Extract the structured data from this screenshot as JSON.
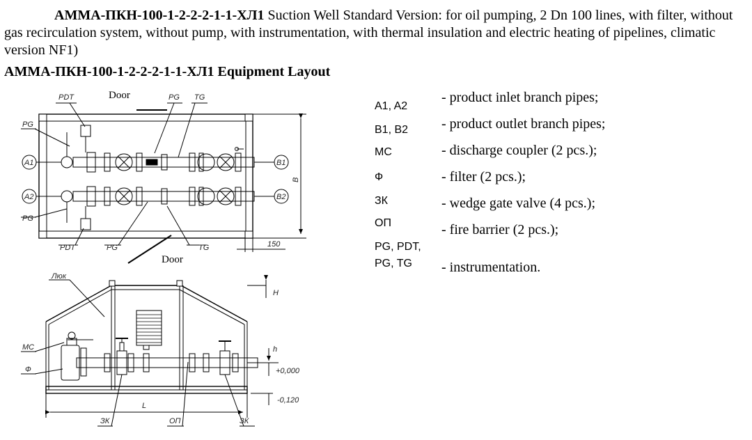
{
  "intro": {
    "model_bold": "АММА-ПКН-100-1-2-2-2-1-1-ХЛ1",
    "description": " Suction Well Standard Version: for oil pumping, 2 Dn 100 lines, with filter, without gas recirculation system, without pump, with instrumentation, with thermal insulation and electric heating of pipelines, climatic version NF1)"
  },
  "layout_title": "АММА-ПКН-100-1-2-2-2-1-1-ХЛ1 Equipment Layout",
  "plan_view": {
    "labels": {
      "pdt_top": "PDT",
      "door_top": "Door",
      "pg_top": "PG",
      "tg_top": "TG",
      "pg_left_top": "PG",
      "a1": "A1",
      "a2": "A2",
      "pg_left_bottom": "PG",
      "pdt_bottom": "PDT",
      "pg_bottom": "PG",
      "tg_bottom": "TG",
      "dim_150": "150",
      "door_bottom": "Door",
      "b1": "B1",
      "b2": "B2",
      "dim_b": "B"
    }
  },
  "side_view": {
    "labels": {
      "lyuk": "Люк",
      "mc": "МС",
      "phi": "Ф",
      "h_upper": "H",
      "h_lower": "h",
      "level_zero": "+0,000",
      "level_minus": "-0,120",
      "length": "L",
      "zk_left": "ЗК",
      "op": "ОП",
      "zk_right": "ЗК"
    }
  },
  "legend": [
    {
      "code": "A1, A2",
      "desc": "- product inlet branch pipes;"
    },
    {
      "code": "B1, B2",
      "desc": "- product outlet branch pipes;"
    },
    {
      "code": "MC",
      "desc": "- discharge coupler (2 pcs.);"
    },
    {
      "code": "Ф",
      "desc": "- filter (2 pcs.);"
    },
    {
      "code": "ЗК",
      "desc": "- wedge gate valve (4 pcs.);"
    },
    {
      "code": "ОП",
      "desc": "- fire barrier (2 pcs.);"
    },
    {
      "code": "PG, PDT,",
      "code2": "PG, TG",
      "desc": "- instrumentation."
    }
  ]
}
